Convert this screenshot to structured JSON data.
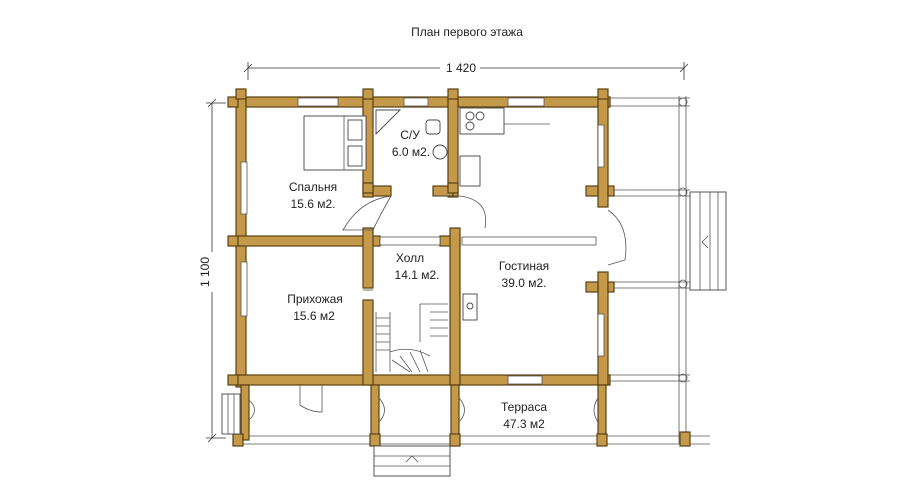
{
  "plan": {
    "title": "План первого этажа",
    "dim_width": "1 420",
    "dim_height": "1 100"
  },
  "rooms": {
    "bedroom": {
      "name": "Спальня",
      "area": "15.6 м2."
    },
    "bathroom": {
      "name": "С/У",
      "area": "6.0 м2."
    },
    "hall": {
      "name": "Холл",
      "area": "14.1 м2."
    },
    "entry": {
      "name": "Прихожая",
      "area": "15.6 м2"
    },
    "living": {
      "name": "Гостиная",
      "area": "39.0 м2."
    },
    "terrace": {
      "name": "Терраса",
      "area": "47.3 м2"
    }
  },
  "colors": {
    "wall": "#c49a4a",
    "wall_outline": "#5a3f12",
    "line": "#555555"
  }
}
